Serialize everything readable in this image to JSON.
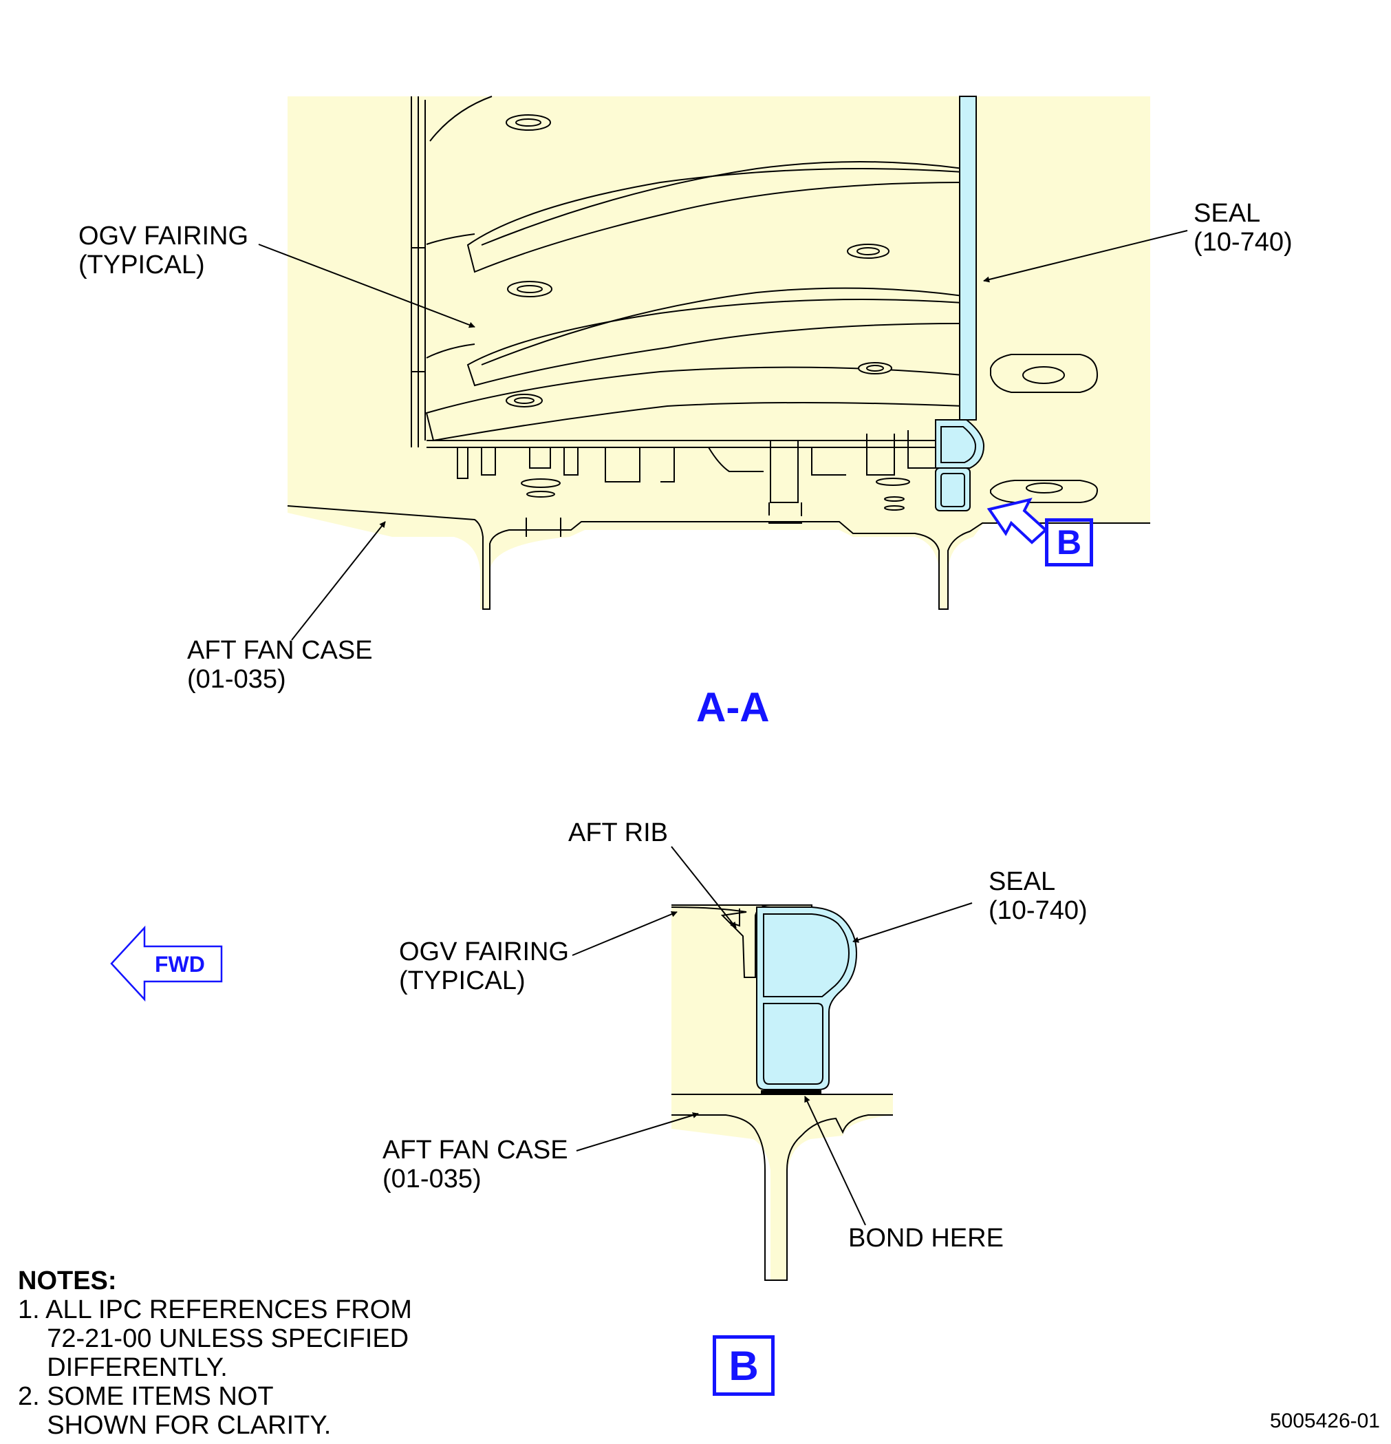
{
  "view_aa": {
    "title": "A-A",
    "labels": {
      "ogv_fairing": "OGV FAIRING\n(TYPICAL)",
      "seal": "SEAL\n(10-740)",
      "aft_fan_case": "AFT FAN CASE\n(01-035)"
    },
    "detail_callout": "B"
  },
  "view_b": {
    "title": "B",
    "labels": {
      "aft_rib": "AFT RIB",
      "seal": "SEAL\n(10-740)",
      "ogv_fairing": "OGV FAIRING\n(TYPICAL)",
      "aft_fan_case": "AFT FAN CASE\n(01-035)",
      "bond_here": "BOND HERE"
    },
    "direction_arrow": "FWD"
  },
  "notes": {
    "heading": "NOTES:",
    "items": [
      "1. ALL IPC REFERENCES FROM\n    72-21-00 UNLESS SPECIFIED\n    DIFFERENTLY.",
      "2. SOME ITEMS NOT\n    SHOWN FOR CLARITY."
    ]
  },
  "figure_number": "5005426-01",
  "colors": {
    "background_fill": "#fdfbd4",
    "seal_fill": "#c8f2fa",
    "callout_blue": "#1414ff",
    "line": "#000000"
  }
}
